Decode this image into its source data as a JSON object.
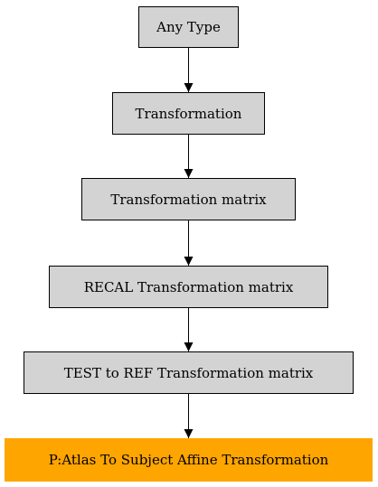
{
  "diagram": {
    "nodes": [
      {
        "id": "n1",
        "label": "Any Type",
        "style": "default"
      },
      {
        "id": "n2",
        "label": "Transformation",
        "style": "default"
      },
      {
        "id": "n3",
        "label": "Transformation matrix",
        "style": "default"
      },
      {
        "id": "n4",
        "label": "RECAL Transformation matrix",
        "style": "default"
      },
      {
        "id": "n5",
        "label": "TEST to REF Transformation matrix",
        "style": "default"
      },
      {
        "id": "n6",
        "label": "P:Atlas To Subject Affine Transformation",
        "style": "highlight"
      }
    ],
    "edges": [
      {
        "from": "n1",
        "to": "n2"
      },
      {
        "from": "n2",
        "to": "n3"
      },
      {
        "from": "n3",
        "to": "n4"
      },
      {
        "from": "n4",
        "to": "n5"
      },
      {
        "from": "n5",
        "to": "n6"
      }
    ],
    "colors": {
      "node_fill": "#d3d3d3",
      "node_border": "#000000",
      "highlight_fill": "#ffa500",
      "edge": "#000000"
    }
  }
}
